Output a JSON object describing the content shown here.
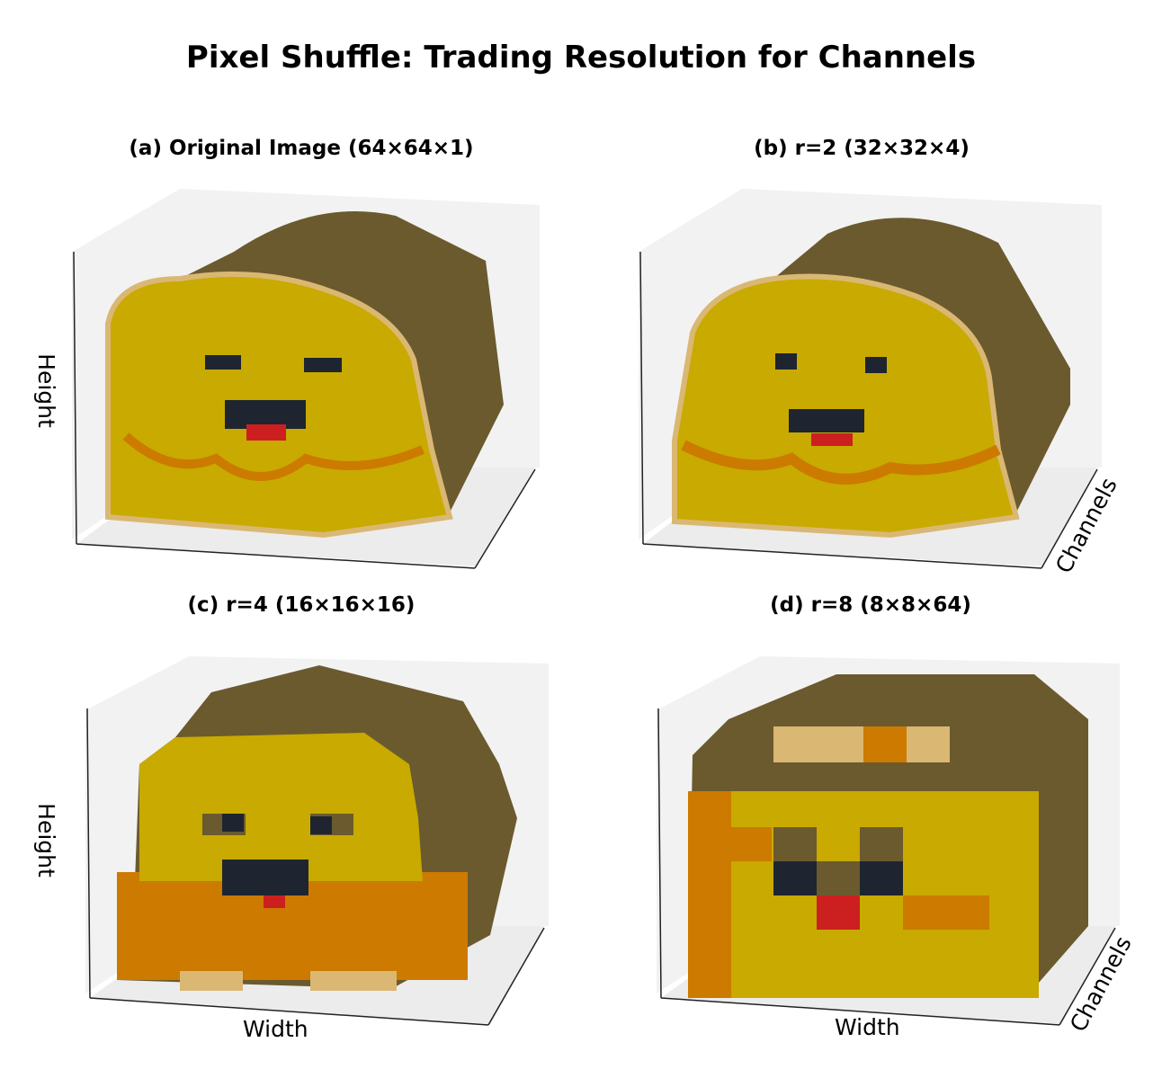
{
  "title": "Pixel Shuffle: Trading Resolution for Channels",
  "panels": [
    {
      "label": "(a) Original Image (64×64×1)",
      "ylabel": "Height",
      "xlabel": "",
      "zlabel": ""
    },
    {
      "label": "(b) r=2 (32×32×4)",
      "ylabel": "",
      "xlabel": "",
      "zlabel": "Channels"
    },
    {
      "label": "(c) r=4 (16×16×16)",
      "ylabel": "Height",
      "xlabel": "Width",
      "zlabel": ""
    },
    {
      "label": "(d) r=8 (8×8×64)",
      "ylabel": "",
      "xlabel": "Width",
      "zlabel": "Channels"
    }
  ],
  "colors": {
    "yellow": "#c8aa00",
    "orange": "#cc7a00",
    "tan": "#dab873",
    "dark_brown": "#6b5a2e",
    "eye_dark": "#1e2530",
    "tongue_red": "#cc2020",
    "pane": "#f2f2f2"
  }
}
